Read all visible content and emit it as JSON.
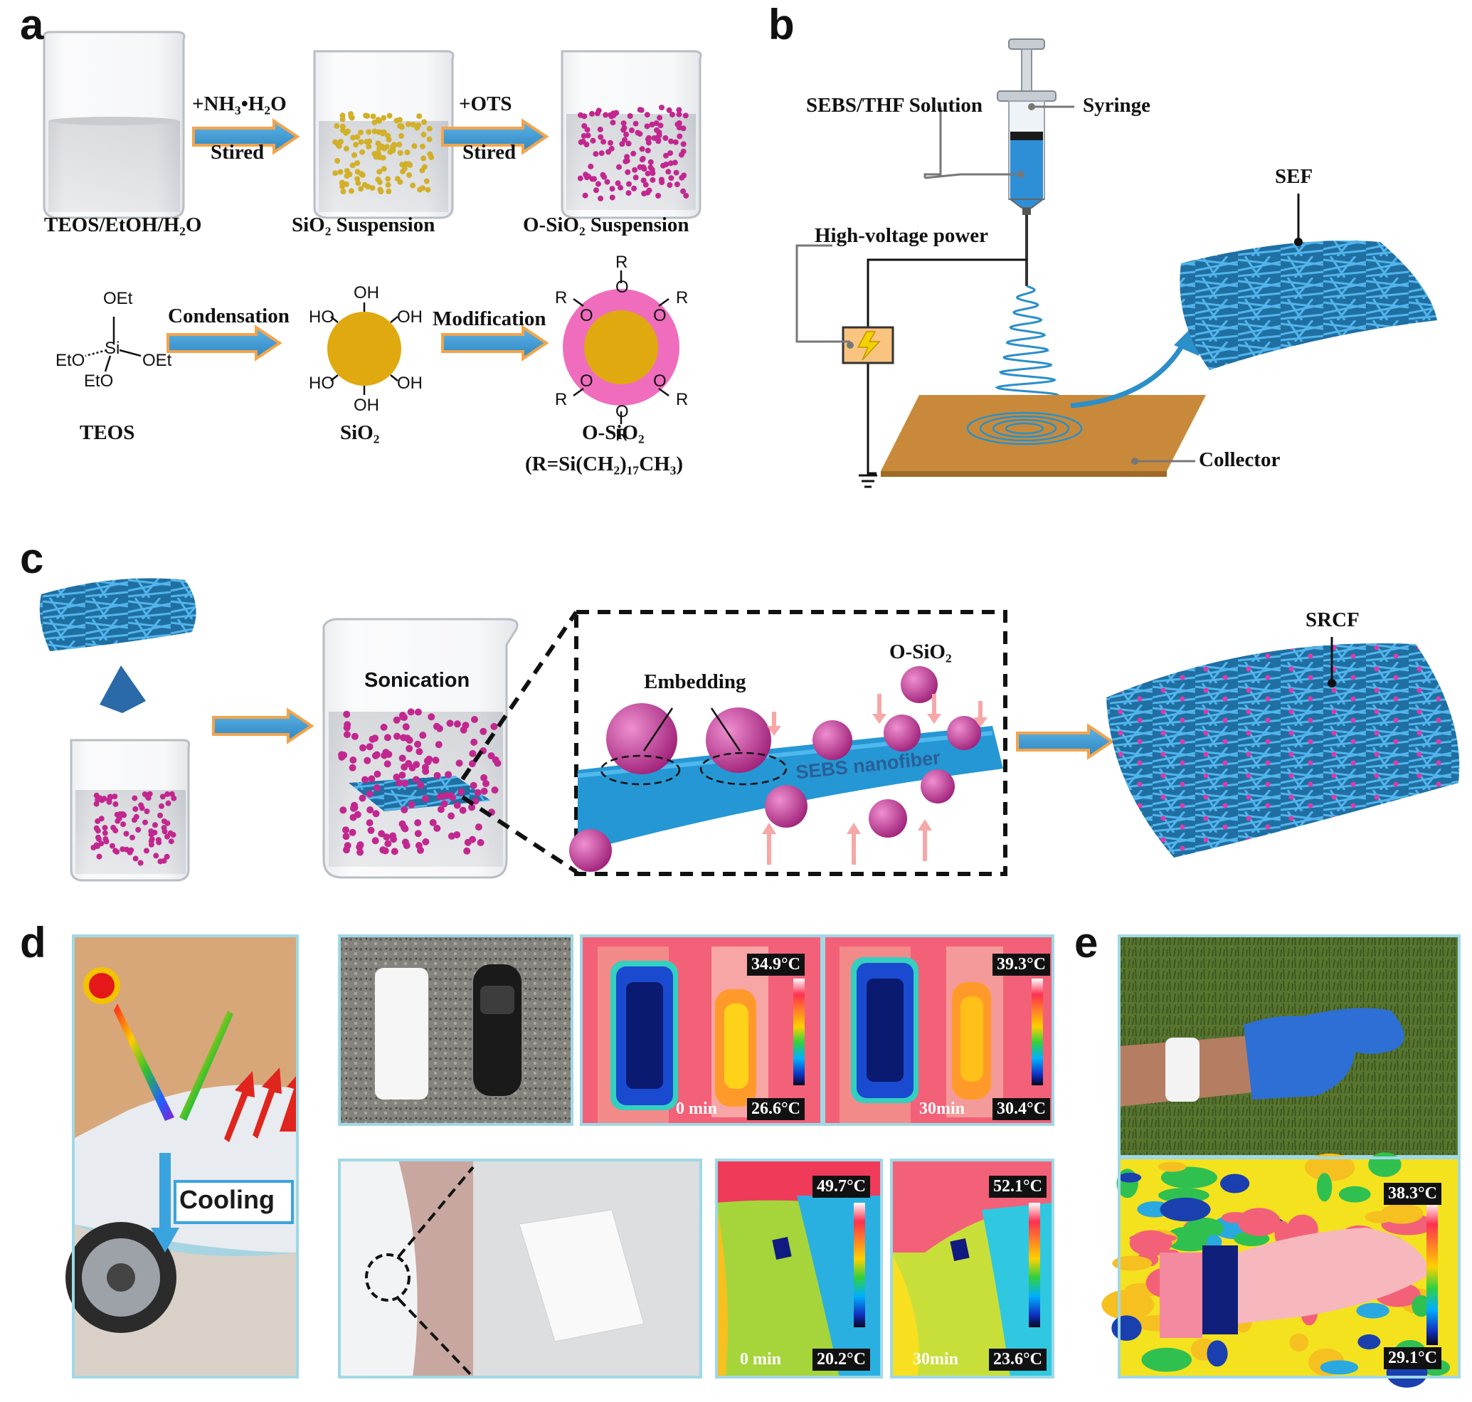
{
  "panel_labels": {
    "a": "a",
    "b": "b",
    "c": "c",
    "d": "d",
    "e": "e"
  },
  "panel_a": {
    "step1_reagent": "+NH₃•H₂O",
    "step1_action": "Stired",
    "step2_reagent": "+OTS",
    "step2_action": "Stired",
    "beaker1_label": "TEOS/EtOH/H₂O",
    "beaker2_label": "SiO₂ Suspension",
    "beaker3_label": "O-SiO₂ Suspension",
    "reaction1": "Condensation",
    "reaction2": "Modification",
    "teos_groups": {
      "top": "OEt",
      "left": "EtO",
      "right": "OEt",
      "bottom": "EtO",
      "center": "Si"
    },
    "oh": "OH",
    "ho": "HO",
    "r": "R",
    "o": "O",
    "teos_name": "TEOS",
    "sio2_name": "SiO₂",
    "osio2_name": "O-SiO₂",
    "r_definition": "(R=Si(CH₂)₁₇CH₃)"
  },
  "panel_b": {
    "solution": "SEBS/THF Solution",
    "syringe": "Syringe",
    "power": "High-voltage power",
    "product": "SEF",
    "collector": "Collector"
  },
  "panel_c": {
    "sonication": "Sonication",
    "embedding": "Embedding",
    "particle": "O-SiO₂",
    "fiber": "SEBS nanofiber",
    "product": "SRCF"
  },
  "panel_d": {
    "cooling": "Cooling",
    "ir1": {
      "max": "34.9°C",
      "min": "26.6°C",
      "time": "0 min"
    },
    "ir2": {
      "max": "39.3°C",
      "min": "30.4°C",
      "time": "30min"
    },
    "ir3": {
      "max": "49.7°C",
      "min": "20.2°C",
      "time": "0 min"
    },
    "ir4": {
      "max": "52.1°C",
      "min": "23.6°C",
      "time": "30min"
    }
  },
  "panel_e": {
    "ir": {
      "max": "38.3°C",
      "min": "29.1°C"
    }
  },
  "colors": {
    "arrow_fill": "#3b9bd6",
    "arrow_edge": "#f2a44b",
    "fiber": "#2b8fc9",
    "particle": "#c8339a",
    "sio2_core": "#e0a910",
    "shell": "#f06dbd",
    "collector": "#c88a3a",
    "frame": "#9fd8e6"
  }
}
